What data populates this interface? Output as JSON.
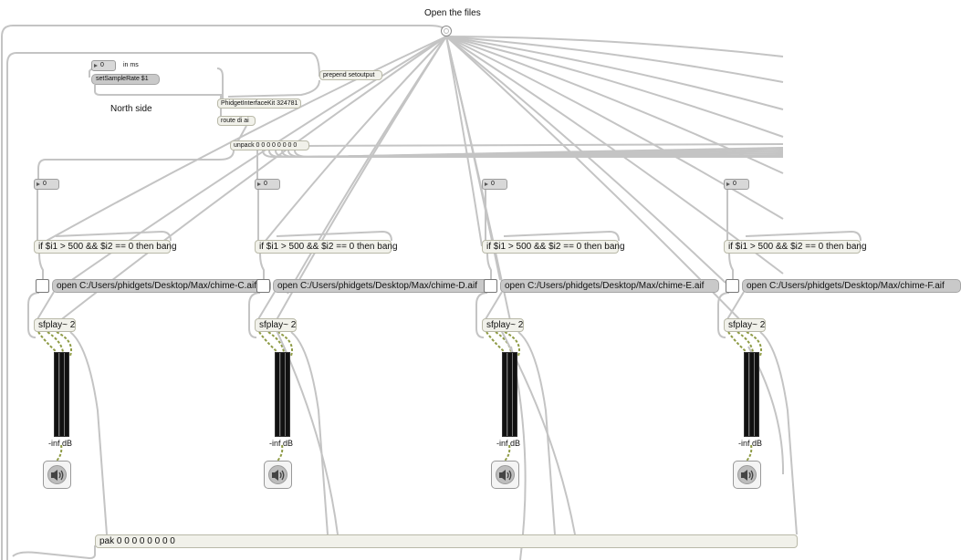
{
  "comments": {
    "open_files": "Open the files",
    "in_ms": "in ms",
    "north_side": "North side"
  },
  "objects": {
    "rate_number": "0",
    "set_sample_rate": "setSampleRate $1",
    "prepend": "prepend setoutput",
    "interface_kit": "PhidgetInterfaceKit 324781",
    "route": "route di ai",
    "unpack": "unpack 0 0 0 0 0 0 0 0",
    "pak": "pak 0 0 0 0 0 0 0 0"
  },
  "channels": [
    {
      "number": "0",
      "condition": "if $i1 > 500 && $i2 == 0 then bang",
      "open_message": "open C:/Users/phidgets/Desktop/Max/chime-C.aif",
      "player": "sfplay~ 2",
      "level": "-inf dB"
    },
    {
      "number": "0",
      "condition": "if $i1 > 500 && $i2 == 0 then bang",
      "open_message": "open C:/Users/phidgets/Desktop/Max/chime-D.aif",
      "player": "sfplay~ 2",
      "level": "-inf dB"
    },
    {
      "number": "0",
      "condition": "if $i1 > 500 && $i2 == 0 then bang",
      "open_message": "open C:/Users/phidgets/Desktop/Max/chime-E.aif",
      "player": "sfplay~ 2",
      "level": "-inf dB"
    },
    {
      "number": "0",
      "condition": "if $i1 > 500 && $i2 == 0 then bang",
      "open_message": "open C:/Users/phidgets/Desktop/Max/chime-F.aif",
      "player": "sfplay~ 2",
      "level": "-inf dB"
    }
  ],
  "icons": {
    "bang": "bang-button-icon",
    "speaker": "speaker-icon"
  },
  "colors": {
    "background": "#ffffff",
    "patch_cord": "#c4c4c4",
    "signal_cord": "#8e9b45",
    "object_fill": "#f1f1ea",
    "message_fill": "#c9c9c9"
  }
}
